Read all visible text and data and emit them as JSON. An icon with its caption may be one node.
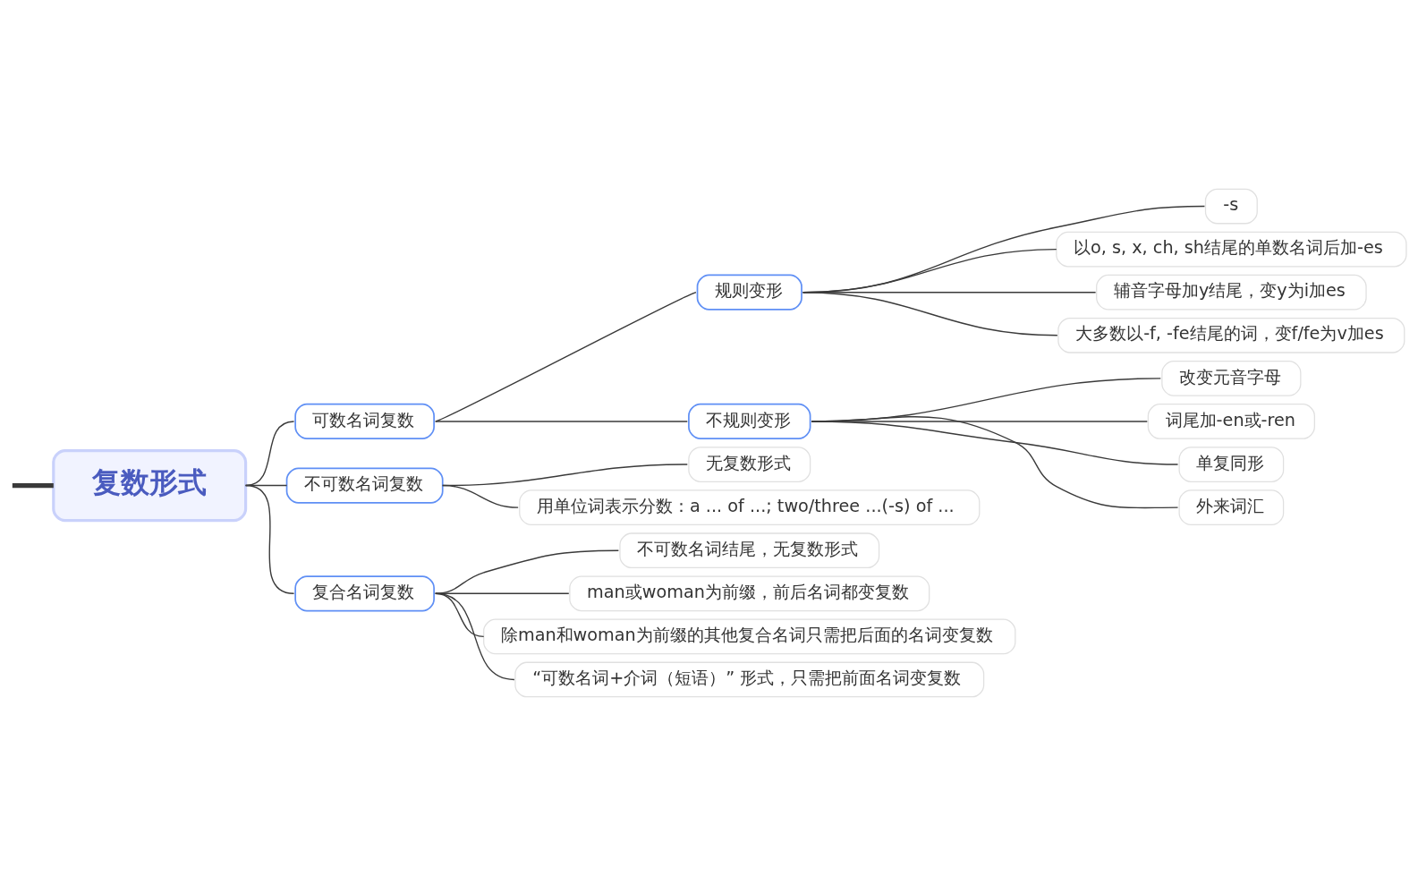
{
  "diagram": {
    "nodes": [
      {
        "text": [
          "复数形式"
        ]
      },
      {
        "text": [
          "可数名词复数"
        ]
      },
      {
        "text": [
          "规则变形"
        ]
      },
      {
        "text": [
          "-s"
        ]
      },
      {
        "text": [
          "以o, s, x, ch, sh结尾的单数名词后加-es"
        ]
      },
      {
        "text": [
          "辅音字母加y结尾，变y为i加es"
        ]
      },
      {
        "text": [
          "大多数以-f, -fe结尾的词，变f/fe为v加es"
        ]
      },
      {
        "text": [
          "不规则变形"
        ]
      },
      {
        "text": [
          "改变元音字母"
        ]
      },
      {
        "text": [
          "词尾加-en或-ren"
        ]
      },
      {
        "text": [
          "单复同形"
        ]
      },
      {
        "text": [
          "外来词汇"
        ]
      },
      {
        "text": [
          "不可数名词复数"
        ]
      },
      {
        "text": [
          "无复数形式"
        ]
      },
      {
        "text": [
          "用单位词表示分数：a ... of ...; two/three ...(-s) of ..."
        ]
      },
      {
        "text": [
          "复合名词复数"
        ]
      },
      {
        "text": [
          "不可数名词结尾，无复数形式"
        ]
      },
      {
        "text": [
          "man或woman为前缀，前后名词都变复数"
        ]
      },
      {
        "text": [
          "除man和woman为前缀的其他复合名词只需把后面的名词变复数"
        ]
      },
      {
        "text": [
          "“可数名词+介词（短语）” 形式，只需把前面名词变复数"
        ]
      }
    ],
    "edges": [
      {
        "from": null,
        "to": 0,
        "arrow": "none",
        "style": "thick"
      },
      {
        "from": 0,
        "to": 1,
        "arrow": "none"
      },
      {
        "from": 1,
        "to": 2,
        "arrow": "none"
      },
      {
        "from": 2,
        "to": 3,
        "arrow": "none"
      },
      {
        "from": 2,
        "to": 4,
        "arrow": "none"
      },
      {
        "from": 2,
        "to": 5,
        "arrow": "none"
      },
      {
        "from": 2,
        "to": 6,
        "arrow": "none"
      },
      {
        "from": 1,
        "to": 7,
        "arrow": "none"
      },
      {
        "from": 7,
        "to": 8,
        "arrow": "none"
      },
      {
        "from": 7,
        "to": 9,
        "arrow": "none"
      },
      {
        "from": 7,
        "to": 10,
        "arrow": "none"
      },
      {
        "from": 7,
        "to": 11,
        "arrow": "none"
      },
      {
        "from": 0,
        "to": 12,
        "arrow": "none"
      },
      {
        "from": 12,
        "to": 13,
        "arrow": "none"
      },
      {
        "from": 12,
        "to": 14,
        "arrow": "none"
      },
      {
        "from": 0,
        "to": 15,
        "arrow": "none"
      },
      {
        "from": 15,
        "to": 16,
        "arrow": "none"
      },
      {
        "from": 15,
        "to": 17,
        "arrow": "none"
      },
      {
        "from": 15,
        "to": 18,
        "arrow": "none"
      },
      {
        "from": 15,
        "to": 19,
        "arrow": "none"
      }
    ]
  }
}
